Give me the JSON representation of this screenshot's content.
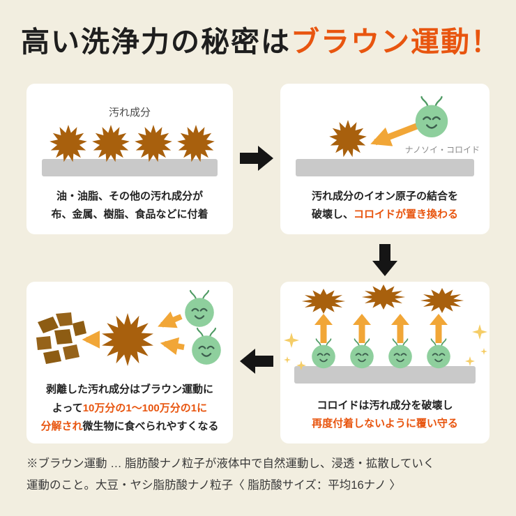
{
  "title": {
    "prefix": "高い洗浄力の秘密は",
    "highlight": "ブラウン運動",
    "exclamation": "！"
  },
  "steps": {
    "dirt": {
      "particles_label": "汚れ成分",
      "caption_line1": "油・油脂、その他の汚れ成分が",
      "caption_line2": "布、金属、樹脂、食品などに付着"
    },
    "replace": {
      "colloid_label": "ナノソイ・コロイド",
      "caption_line1": "汚れ成分のイオン原子の結合を",
      "caption_line2_black": "破壊し、",
      "caption_line2_orange": "コロイドが置き換わる"
    },
    "cover": {
      "caption_line1": "コロイドは汚れ成分を破壊し",
      "caption_line2_orange": "再度付着しないように覆い守る"
    },
    "decompose": {
      "caption_line1": "剥離した汚れ成分はブラウン運動に",
      "caption_line2_black": "よって",
      "caption_line2_orange": "10万分の1〜100万分の1に",
      "caption_line3_orange": "分解され",
      "caption_line3_black": "微生物に食べられやすくなる"
    }
  },
  "footer": {
    "line1": "※ブラウン運動 … 脂肪酸ナノ粒子が液体中で自然運動し、浸透・拡散していく",
    "line2": "運動のこと。大豆・ヤシ脂肪酸ナノ粒子〈 脂肪酸サイズ：平均16ナノ 〉"
  },
  "colors": {
    "background": "#f2eee0",
    "accent_orange": "#e8550f",
    "dirt_brown": "#a8600d",
    "chunk_brown": "#8d5c13",
    "colloid_green": "#8ecf9d",
    "gold_arrow": "#f1a637",
    "sparkle_yellow": "#f5cd67",
    "surface_gray": "#c9c9c9",
    "flow_arrow_black": "#151515"
  },
  "icons": {
    "dirt_particle": "brown starburst blob",
    "colloid": "green smiling ball with sprout antennae",
    "surface": "gray bar",
    "flow_arrow": "black block arrow",
    "action_arrow": "gold arrow",
    "sparkle": "four-point star",
    "debris": "brown broken fragments"
  }
}
